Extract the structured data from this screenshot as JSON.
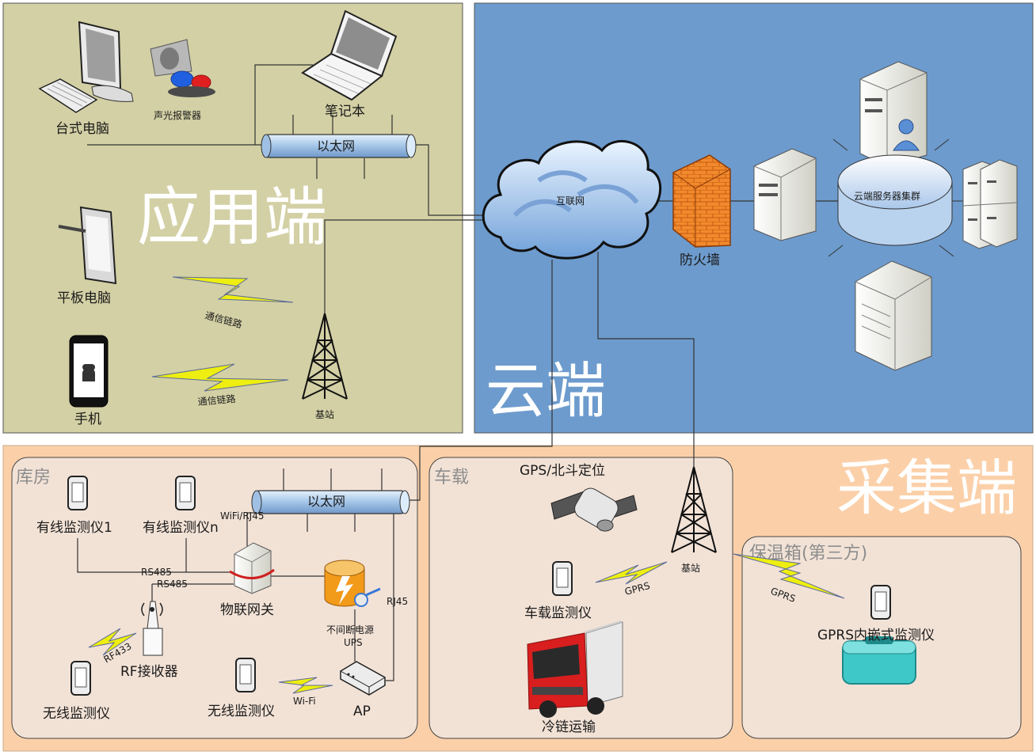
{
  "zones": {
    "app": "应用端",
    "cloud": "云端",
    "collect": "采集端"
  },
  "app_side": {
    "desktop": "台式电脑",
    "alarm": "声光报警器",
    "laptop": "笔记本",
    "ethernet": "以太网",
    "tablet": "平板电脑",
    "phone": "手机",
    "link1": "通信链路",
    "link2": "通信链路",
    "tower": "基站"
  },
  "cloud_side": {
    "internet": "互联网",
    "firewall": "防火墙",
    "cluster": "云端服务器集群"
  },
  "warehouse": {
    "title": "库房",
    "wired1": "有线监测仪1",
    "wiredn": "有线监测仪n",
    "ethernet": "以太网",
    "wifi_rj45": "WiFi/RJ45",
    "rs485a": "RS485",
    "rs485b": "RS485",
    "gateway": "物联网关",
    "ups_line1": "不间断电源",
    "ups_line2": "UPS",
    "rj45": "RJ45",
    "rf433": "RF433",
    "rf_receiver": "RF接收器",
    "wireless1": "无线监测仪",
    "wireless2": "无线监测仪",
    "wifi": "Wi-Fi",
    "ap": "AP"
  },
  "vehicle": {
    "title": "车载",
    "gps": "GPS/北斗定位",
    "tower": "基站",
    "gprs": "GPRS",
    "monitor": "车载监测仪",
    "truck": "冷链运输"
  },
  "box": {
    "title": "保温箱(第三方)",
    "gprs": "GPRS",
    "monitor": "GPRS内嵌式监测仪"
  },
  "colors": {
    "app_bg": "#d3d0a5",
    "cloud_bg": "#6d9bcd",
    "collect_bg": "#fbd0a9",
    "sub_bg": "#f2e2d6"
  }
}
